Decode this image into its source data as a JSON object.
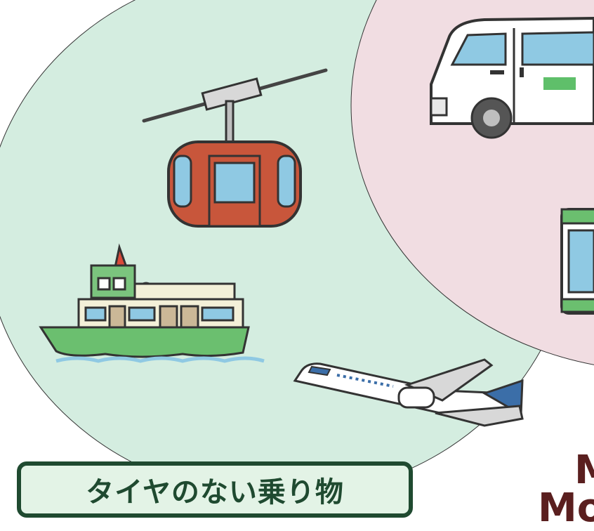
{
  "colors": {
    "green_region": "#d4ede0",
    "pink_region": "#f1dde2",
    "blue_region": "#d7e2f1",
    "label_border": "#1f4a30",
    "label_fill": "#e3f3e6",
    "partial_text": "#5a1f1f"
  },
  "label": {
    "text": "タイヤのない乗り物"
  },
  "partial_text": {
    "line1": "M",
    "line2": "Mo"
  },
  "illustrations": [
    "cable-car-icon",
    "ferry-boat-icon",
    "airplane-icon",
    "van-icon",
    "bus-icon"
  ]
}
